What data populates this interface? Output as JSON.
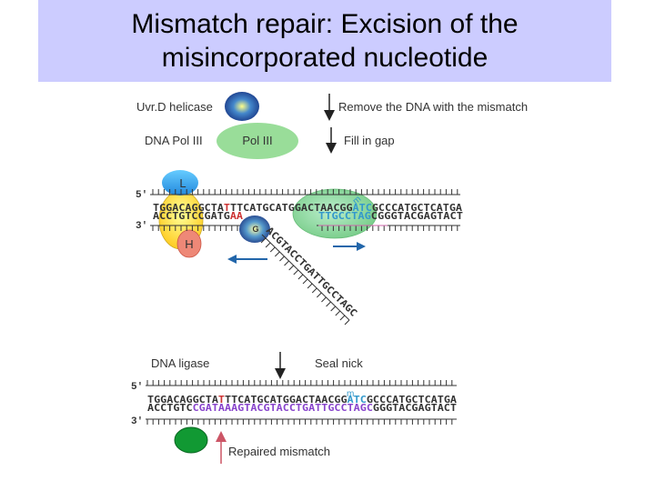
{
  "title": {
    "line1": "Mismatch repair: Excision of the",
    "line2": "misincorporated nucleotide"
  },
  "labels": {
    "uvrd_helicase": "Uvr.D helicase",
    "remove_dna": "Remove the DNA with the mismatch",
    "dna_pol_iii": "DNA Pol III",
    "pol_iii": "Pol III",
    "fill_in_gap": "Fill in gap",
    "dna_ligase": "DNA ligase",
    "seal_nick": "Seal nick",
    "repaired_mismatch": "Repaired mismatch"
  },
  "top_panel": {
    "five_prime": "5'",
    "three_prime": "3'",
    "L": "L",
    "H": "H",
    "G": "G",
    "methyl": "m",
    "top_strand": [
      {
        "t": "TGGACAGGCTA",
        "c": "#333333"
      },
      {
        "t": "T",
        "c": "#cc3333"
      },
      {
        "t": "TTCATGCATGGACTAACGG",
        "c": "#333333"
      },
      {
        "t": "ATC",
        "c": "#3399cc"
      },
      {
        "t": "GCCCATGCTCATGA",
        "c": "#333333"
      }
    ],
    "bottom_left": [
      {
        "t": "ACCTGTCCGATG",
        "c": "#333333"
      },
      {
        "t": "AA",
        "c": "#cc3333"
      }
    ],
    "bottom_right": [
      {
        "t": "TTGCCTAG",
        "c": "#3399cc"
      },
      {
        "t": "C",
        "c": "#333333"
      },
      {
        "t": "GGGTACGAGTACT",
        "c": "#333333"
      }
    ],
    "displaced_strand": "ACGTACCTGATTGCCTAGC"
  },
  "bottom_panel": {
    "five_prime": "5'",
    "three_prime": "3'",
    "methyl": "m",
    "top_strand": [
      {
        "t": "TGGACAGGCTA",
        "c": "#333333"
      },
      {
        "t": "T",
        "c": "#cc3333"
      },
      {
        "t": "TTCATGCATGGACTAACGG",
        "c": "#333333"
      },
      {
        "t": "ATC",
        "c": "#3399cc"
      },
      {
        "t": "GCCCATGCTCATGA",
        "c": "#333333"
      }
    ],
    "bottom_strand": [
      {
        "t": "ACCTGTC",
        "c": "#333333"
      },
      {
        "t": "CGATA",
        "c": "#8844cc"
      },
      {
        "t": "AAGTACGTACCTGATTGCCTAGC",
        "c": "#8844cc"
      },
      {
        "t": "GGGTACGAGTACT",
        "c": "#333333"
      }
    ]
  },
  "colors": {
    "title_bg": "#ccccff",
    "pol_iii_green": "#99dd99",
    "ligase_green": "#119933",
    "helicase_blue": "#2266bb",
    "arrow_blue": "#2266aa",
    "repair_arrow_red": "#cc5566",
    "mismatch_red": "#cc3333",
    "methyl_cyan": "#3399cc"
  }
}
